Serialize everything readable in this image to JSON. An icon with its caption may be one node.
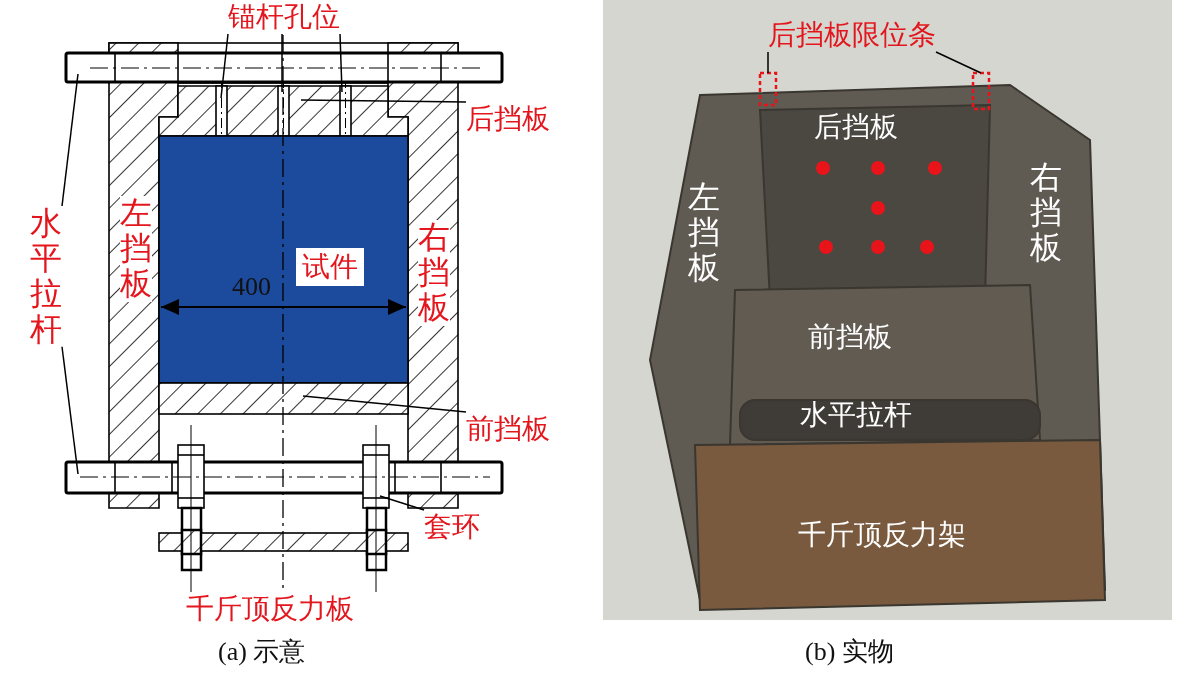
{
  "diagram": {
    "nodes": [
      {
        "text": [
          "锚杆孔位"
        ]
      },
      {
        "text": [
          "后挡板"
        ]
      },
      {
        "text": [
          "水平拉杆"
        ]
      },
      {
        "text": [
          "前挡板"
        ]
      },
      {
        "text": [
          "套环"
        ]
      },
      {
        "text": [
          "后挡板限位条"
        ]
      }
    ],
    "edges": [
      {
        "from": 0,
        "to": null,
        "arrow": "none"
      },
      {
        "from": 0,
        "to": null,
        "arrow": "none"
      },
      {
        "from": 0,
        "to": null,
        "arrow": "none"
      },
      {
        "from": 1,
        "to": null,
        "arrow": "none"
      },
      {
        "from": 2,
        "to": null,
        "arrow": "none"
      },
      {
        "from": 2,
        "to": null,
        "arrow": "none"
      },
      {
        "from": 3,
        "to": null,
        "arrow": "none"
      },
      {
        "from": 4,
        "to": null,
        "arrow": "none"
      },
      {
        "from": 5,
        "to": null,
        "arrow": "none"
      },
      {
        "from": 5,
        "to": null,
        "arrow": "none"
      }
    ],
    "labels": [
      "左挡板",
      "右挡板",
      "试件",
      "400",
      "千斤顶反力板",
      "(a) 示意",
      "后挡板",
      "左挡板",
      "右挡板",
      "前挡板",
      "水平拉杆",
      "千斤顶反力架",
      "(b) 实物"
    ]
  }
}
